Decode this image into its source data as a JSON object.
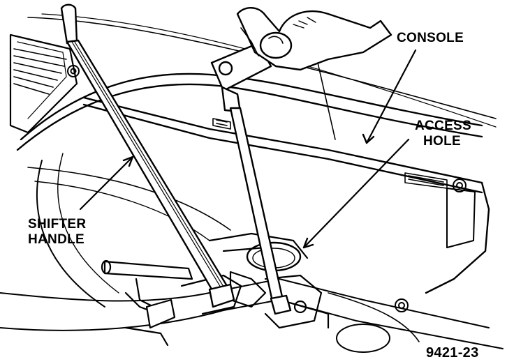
{
  "labels": {
    "console": "CONSOLE",
    "access_hole_line1": "ACCESS",
    "access_hole_line2": "HOLE",
    "shifter_handle_line1": "SHIFTER",
    "shifter_handle_line2": "HANDLE",
    "figure_number": "9421-23"
  },
  "colors": {
    "ink": "#000000",
    "paper": "#ffffff"
  }
}
